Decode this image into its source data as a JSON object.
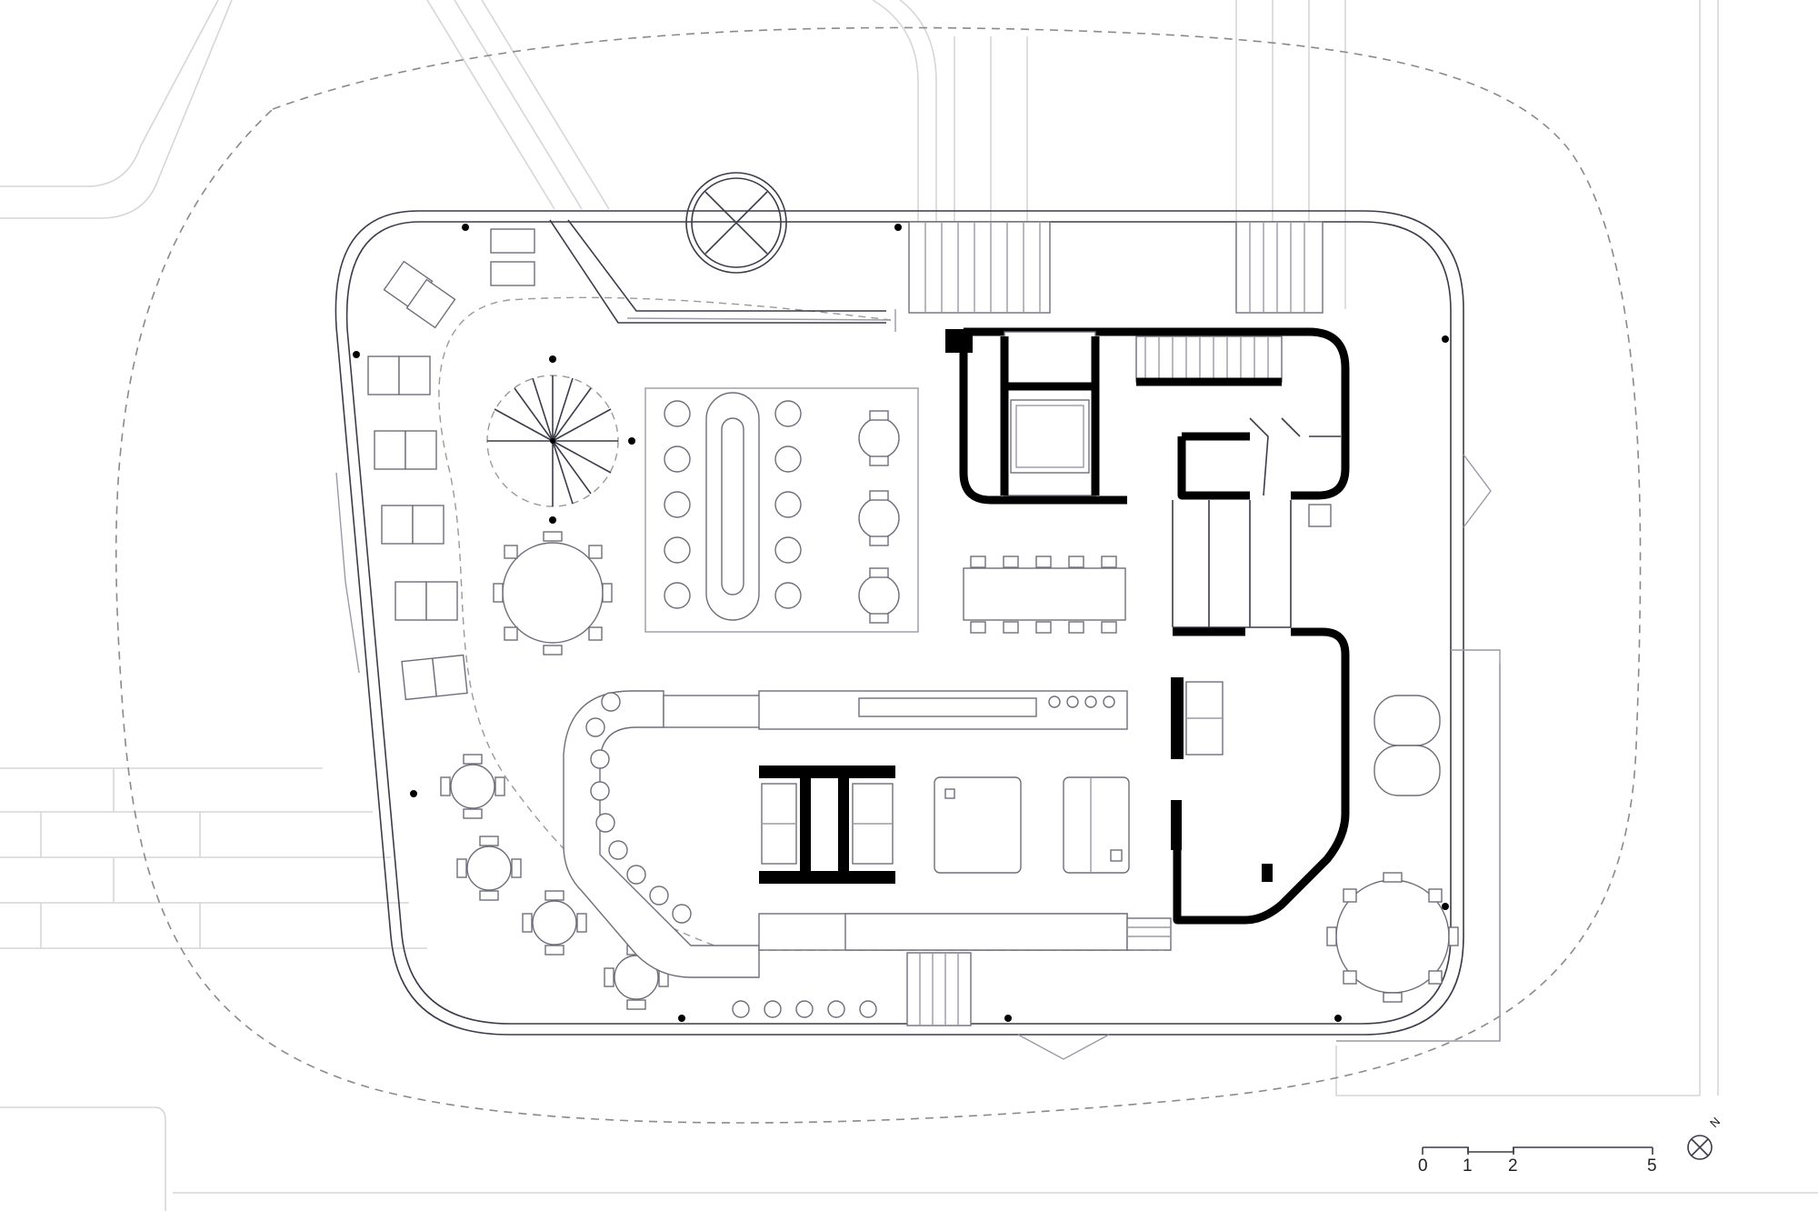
{
  "scale_bar": {
    "ticks": [
      "0",
      "1",
      "2",
      "5"
    ]
  },
  "north_arrow": {
    "label": "N"
  }
}
